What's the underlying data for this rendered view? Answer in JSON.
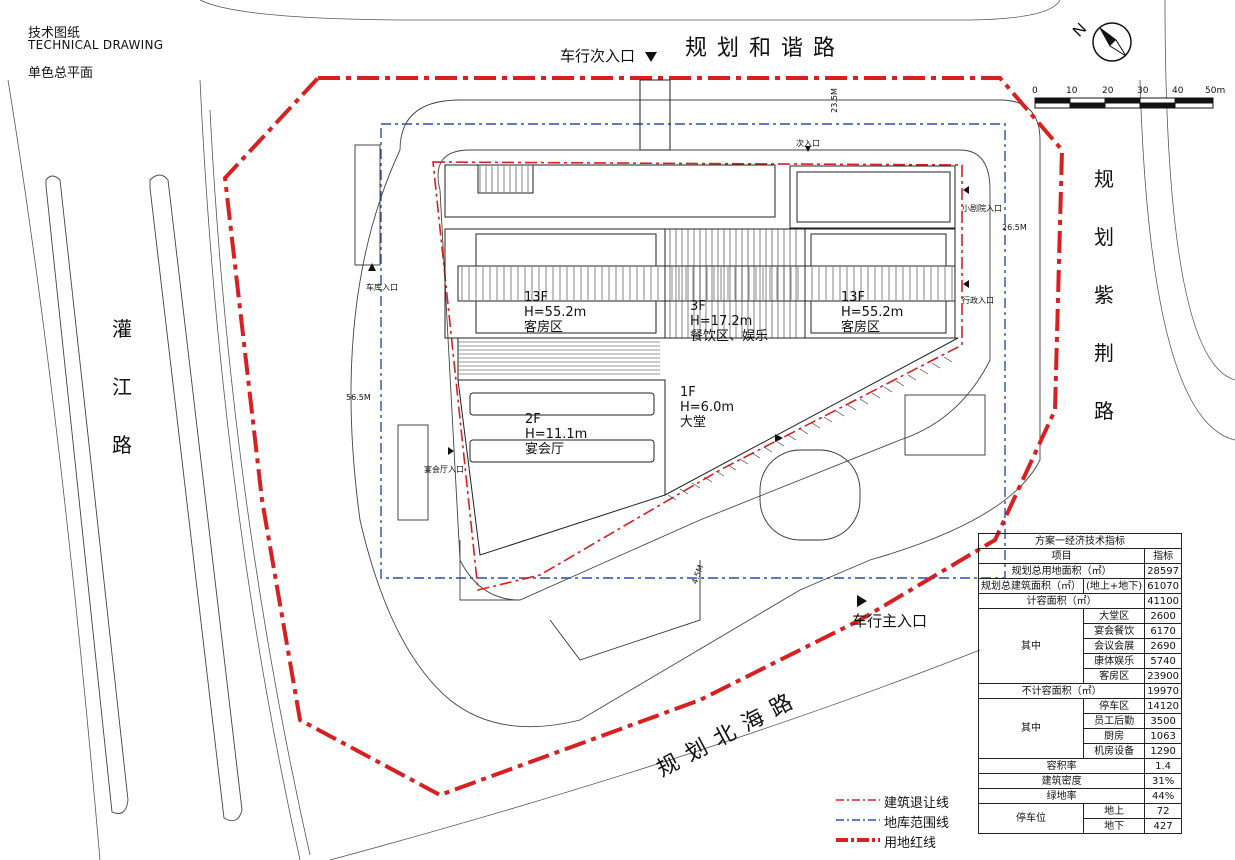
{
  "header": {
    "title_cn": "技术图纸",
    "title_en": "TECHNICAL DRAWING",
    "subtitle": "单色总平面"
  },
  "roads": {
    "north": "规划和谐路",
    "west": [
      "灌",
      "江",
      "路"
    ],
    "east": [
      "规",
      "划",
      "紫",
      "荆",
      "路"
    ],
    "south": "规划北海路"
  },
  "entrances": {
    "secondary": "车行次入口",
    "main": "车行主入口"
  },
  "blocks": [
    {
      "floors": "13F",
      "height": "H=55.2m",
      "name": "客房区"
    },
    {
      "floors": "3F",
      "height": "H=17.2m",
      "name": "餐饮区、娱乐"
    },
    {
      "floors": "13F",
      "height": "H=55.2m",
      "name": "客房区"
    },
    {
      "floors": "1F",
      "height": "H=6.0m",
      "name": "大堂"
    },
    {
      "floors": "2F",
      "height": "H=11.1m",
      "name": "宴会厅"
    }
  ],
  "small_labels": {
    "sub_entry": "次入口",
    "theater": "小剧院入口",
    "admin": "行政入口",
    "garage": "车库入口",
    "banquet": "宴会厅入口",
    "d_north": "23.5M",
    "d_east": "26.5M",
    "d_west": "56.5M",
    "d_south": "4.5M"
  },
  "scale_bar": {
    "ticks": [
      "0",
      "10",
      "20",
      "30",
      "40",
      "50m"
    ]
  },
  "legend": [
    {
      "label": "建筑退让线",
      "color": "#d92020"
    },
    {
      "label": "地库范围线",
      "color": "#2a4fb0"
    },
    {
      "label": "用地红线",
      "color": "#d92020"
    }
  ],
  "table": {
    "title": "方案一经济技术指标",
    "header": [
      "项目",
      "指标"
    ],
    "r1": {
      "label": "规划总用地面积（㎡）",
      "value": "28597"
    },
    "r2": {
      "label": "规划总建筑面积（㎡）",
      "note": "(地上+地下)",
      "value": "61070"
    },
    "r3": {
      "label": "计容面积（㎡）",
      "value": "41100"
    },
    "group1_label": "其中",
    "group1": [
      {
        "label": "大堂区",
        "value": "2600"
      },
      {
        "label": "宴会餐饮",
        "value": "6170"
      },
      {
        "label": "会议会展",
        "value": "2690"
      },
      {
        "label": "康体娱乐",
        "value": "5740"
      },
      {
        "label": "客房区",
        "value": "23900"
      }
    ],
    "r4": {
      "label": "不计容面积（㎡）",
      "value": "19970"
    },
    "group2_label": "其中",
    "group2": [
      {
        "label": "停车区",
        "value": "14120"
      },
      {
        "label": "员工后勤",
        "value": "3500"
      },
      {
        "label": "厨房",
        "value": "1063"
      },
      {
        "label": "机房设备",
        "value": "1290"
      }
    ],
    "r5": {
      "label": "容积率",
      "value": "1.4"
    },
    "r6": {
      "label": "建筑密度",
      "value": "31%"
    },
    "r7": {
      "label": "绿地率",
      "value": "44%"
    },
    "parking_label": "停车位",
    "parking": [
      {
        "label": "地上",
        "value": "72"
      },
      {
        "label": "地下",
        "value": "427"
      }
    ]
  }
}
